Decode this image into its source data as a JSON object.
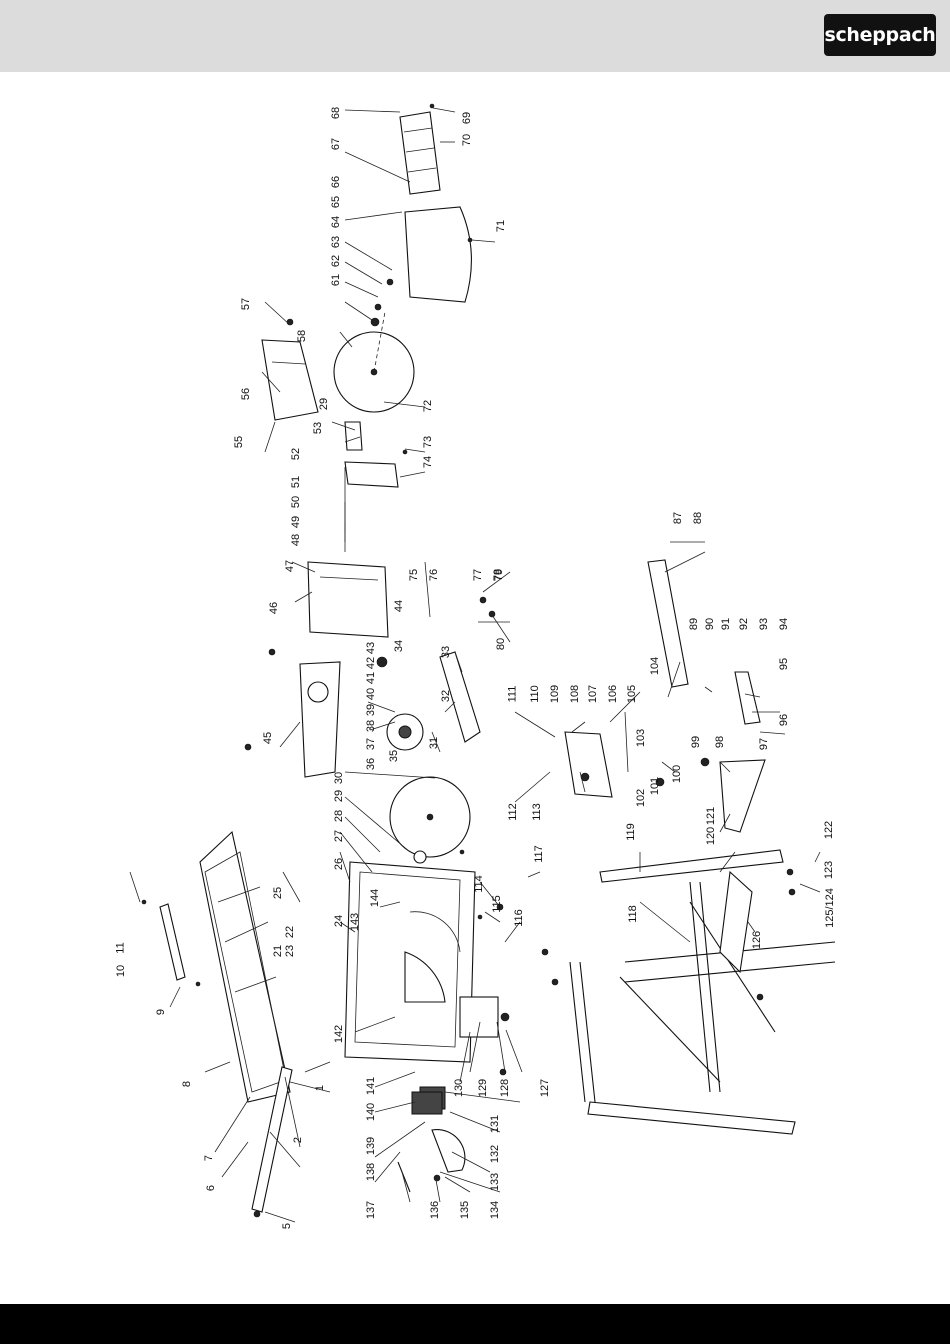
{
  "header": {
    "brand": "scheppach"
  },
  "diagram": {
    "part_numbers": [
      "1",
      "2",
      "5",
      "6",
      "7",
      "8",
      "9",
      "10",
      "11",
      "21",
      "22",
      "23",
      "24",
      "25",
      "26",
      "27",
      "28",
      "29",
      "30",
      "31",
      "32",
      "33",
      "34",
      "35",
      "36",
      "37",
      "38",
      "39",
      "40",
      "41",
      "42",
      "43",
      "44",
      "45",
      "46",
      "47",
      "48",
      "49",
      "50",
      "51",
      "52",
      "53",
      "55",
      "56",
      "57",
      "58",
      "61",
      "62",
      "63",
      "64",
      "65",
      "66",
      "67",
      "68",
      "69",
      "70",
      "71",
      "72",
      "73",
      "74",
      "75",
      "76",
      "77",
      "78",
      "79",
      "80",
      "87",
      "88",
      "89",
      "90",
      "91",
      "92",
      "93",
      "94",
      "95",
      "96",
      "97",
      "98",
      "99",
      "100",
      "101",
      "102",
      "103",
      "104",
      "105",
      "106",
      "107",
      "108",
      "109",
      "110",
      "111",
      "112",
      "113",
      "114",
      "115",
      "116",
      "117",
      "118",
      "119",
      "120",
      "121",
      "122",
      "123",
      "124",
      "125",
      "126",
      "127",
      "128",
      "129",
      "130",
      "131",
      "132",
      "133",
      "134",
      "135",
      "136",
      "137",
      "138",
      "139",
      "140",
      "141",
      "142",
      "143",
      "144"
    ],
    "labels": {
      "l1": "1",
      "l2": "2",
      "l5": "5",
      "l6": "6",
      "l7": "7",
      "l8": "8",
      "l9": "9",
      "l10": "10",
      "l11": "11",
      "l21": "21",
      "l22": "22",
      "l23": "23",
      "l24": "24",
      "l25": "25",
      "l26": "26",
      "l27": "27",
      "l28": "28",
      "l29a": "29",
      "l30": "30",
      "l31": "31",
      "l32": "32",
      "l33": "33",
      "l34": "34",
      "l35": "35",
      "l36": "36",
      "l37": "37",
      "l38": "38",
      "l39": "39",
      "l40": "40",
      "l41": "41",
      "l42": "42",
      "l43": "43",
      "l44": "44",
      "l45": "45",
      "l46": "46",
      "l47": "47",
      "l48": "48",
      "l49": "49",
      "l50": "50",
      "l51": "51",
      "l52": "52",
      "l53": "53",
      "l55": "55",
      "l56": "56",
      "l57": "57",
      "l58": "58",
      "l29b": "29",
      "l61": "61",
      "l62": "62",
      "l63": "63",
      "l64": "64",
      "l65": "65",
      "l66": "66",
      "l67": "67",
      "l68": "68",
      "l69": "69",
      "l70": "70",
      "l71": "71",
      "l72": "72",
      "l73": "73",
      "l74": "74",
      "l75": "75",
      "l76": "76",
      "l77": "77",
      "l78": "78",
      "l79": "79",
      "l80": "80",
      "l87": "87",
      "l88": "88",
      "l89": "89",
      "l90": "90",
      "l91": "91",
      "l92": "92",
      "l93": "93",
      "l94": "94",
      "l95": "95",
      "l96": "96",
      "l97": "97",
      "l98": "98",
      "l99": "99",
      "l100": "100",
      "l101": "101",
      "l102": "102",
      "l103": "103",
      "l104": "104",
      "l105": "105",
      "l106": "106",
      "l107": "107",
      "l108": "108",
      "l109": "109",
      "l110": "110",
      "l111": "111",
      "l112": "112",
      "l113": "113",
      "l114": "114",
      "l115": "115",
      "l116": "116",
      "l117": "117",
      "l118": "118",
      "l119": "119",
      "l120": "120",
      "l121": "121",
      "l122": "122",
      "l123": "123",
      "l124": "125/124",
      "l126": "126",
      "l127": "127",
      "l128": "128",
      "l129": "129",
      "l130": "130",
      "l131": "131",
      "l132": "132",
      "l133": "133",
      "l134": "134",
      "l135": "135",
      "l136": "136",
      "l137": "137",
      "l138": "138",
      "l139": "139",
      "l140": "140",
      "l141": "141",
      "l142": "142",
      "l143": "143",
      "l144": "144"
    }
  }
}
